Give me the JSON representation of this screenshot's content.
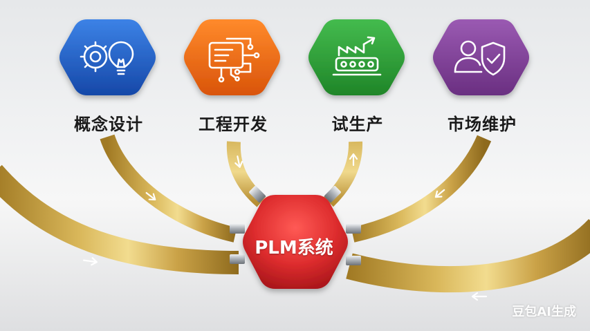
{
  "stages": [
    {
      "label": "概念设计",
      "color": "#1f62c8",
      "icon": "gear-lightbulb-icon"
    },
    {
      "label": "工程开发",
      "color": "#ee6a12",
      "icon": "circuit-document-icon"
    },
    {
      "label": "试生产",
      "color": "#2aa035",
      "icon": "factory-conveyor-icon"
    },
    {
      "label": "市场维护",
      "color": "#7f3f97",
      "icon": "user-shield-check-icon"
    }
  ],
  "center": {
    "label": "PLM系统",
    "color": "#d6262b"
  },
  "ribbon_color": "#c9a23f",
  "arrow_color": "#ffffff",
  "watermark": "豆包AI生成"
}
